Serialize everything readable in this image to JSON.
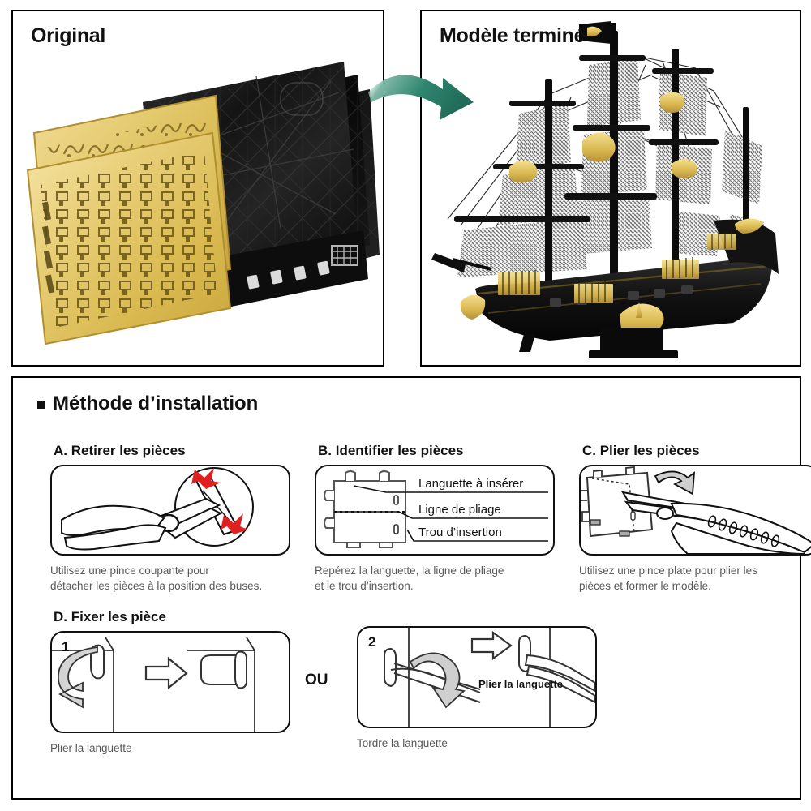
{
  "panels": {
    "original": {
      "title": "Original",
      "photo_alt": "gold-and-black-etched-metal-sheets"
    },
    "finished": {
      "title": "Modèle terminé",
      "photo_alt": "assembled-black-pirate-ship-model"
    }
  },
  "arrow": {
    "name": "green-curved-arrow",
    "color": "#2c7f6a"
  },
  "method": {
    "heading": "Méthode d’installation",
    "steps": [
      {
        "id": "a",
        "title": "A. Retirer les pièces",
        "caption": "Utilisez une pince coupante pour\ndétacher les pièces à la position des buses.",
        "diagram": "wire-cutter-removing-part"
      },
      {
        "id": "b",
        "title": "B. Identifier les pièces",
        "caption": "Repérez la languette, la ligne de pliage\net le trou d’insertion.",
        "diagram": "part-with-callouts",
        "callouts": [
          "Languette à insérer",
          "Ligne de pliage",
          "Trou d’insertion"
        ]
      },
      {
        "id": "c",
        "title": "C. Plier les pièces",
        "caption": "Utilisez une pince plate pour plier les\npièces et former le modèle.",
        "diagram": "flat-pliers-bending-part"
      },
      {
        "id": "d",
        "title": "D. Fixer les pièce",
        "caption": "Plier la languette",
        "badge": "1",
        "diagram": "fold-tab-illustration"
      },
      {
        "id": "e",
        "title": "",
        "caption": "Tordre la languette",
        "badge": "2",
        "inline_label": "Plier la languette",
        "diagram": "twist-tab-illustration"
      }
    ],
    "or_label": "OU"
  },
  "colors": {
    "border": "#111111",
    "caption_text": "#58585a",
    "arrow_green": "#2c7f6a",
    "spark_red": "#e02020",
    "gold": "#e8c76a",
    "dark": "#111111"
  }
}
